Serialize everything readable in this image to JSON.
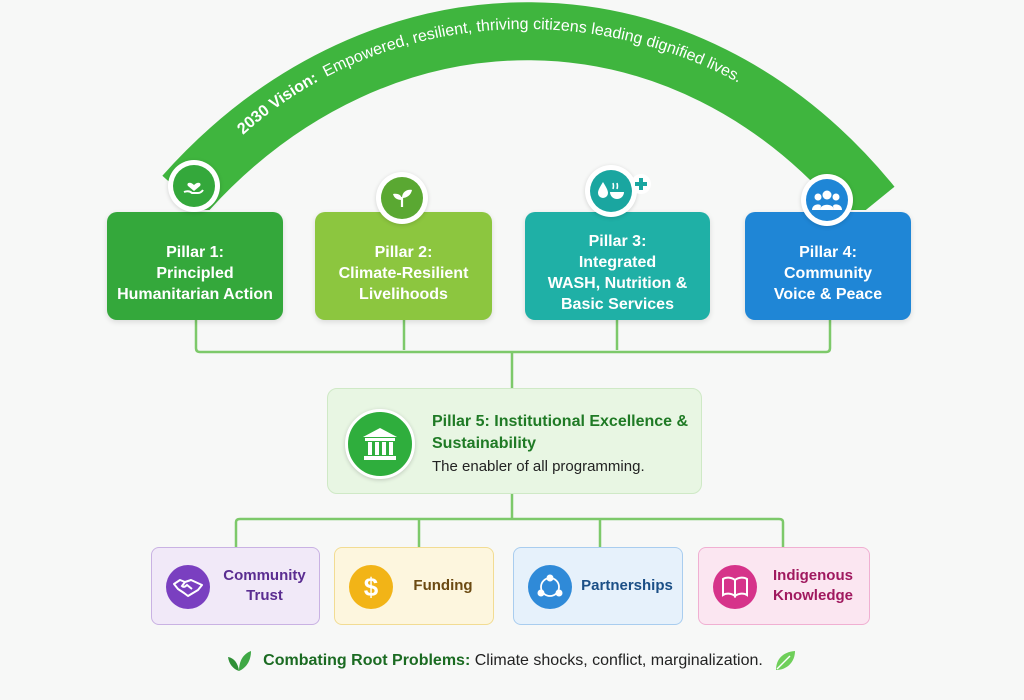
{
  "vision": {
    "label": "2030 Vision:",
    "text": "Empowered, resilient, thriving citizens leading dignified lives."
  },
  "pillars": [
    {
      "title": "Pillar 1:",
      "body": "Principled\nHumanitarian Action",
      "color": "#34a83b",
      "icon": "heart-hand-icon"
    },
    {
      "title": "Pillar 2:",
      "body": "Climate-Resilient\nLivelihoods",
      "color": "#8cc63f",
      "icon": "sprout-icon"
    },
    {
      "title": "Pillar 3:",
      "body": "Integrated\nWASH, Nutrition &\nBasic Services",
      "color": "#1fb0a6",
      "icon": "water-food-health-icon"
    },
    {
      "title": "Pillar 4:",
      "body": "Community\nVoice & Peace",
      "color": "#1f86d6",
      "icon": "people-group-icon"
    }
  ],
  "pillar5": {
    "title": "Pillar 5: Institutional Excellence & Sustainability",
    "subtitle": "The enabler of all programming.",
    "color": "#2fae3d",
    "icon": "institution-icon"
  },
  "enablers": [
    {
      "label": "Community\nTrust",
      "icon": "handshake-icon",
      "bg": "#f1e9f8",
      "border": "#c9b2e3",
      "icon_bg": "#7a3fc0",
      "text_color": "#5a2d91"
    },
    {
      "label": "Funding",
      "icon": "dollar-icon",
      "bg": "#fdf6de",
      "border": "#f2dc93",
      "icon_bg": "#f2b417",
      "text_color": "#6b4a12"
    },
    {
      "label": "Partnerships",
      "icon": "network-icon",
      "bg": "#e6f1fb",
      "border": "#a9cdef",
      "icon_bg": "#2f8ad8",
      "text_color": "#1b4f86"
    },
    {
      "label": "Indigenous\nKnowledge",
      "icon": "book-icon",
      "bg": "#fbe6f1",
      "border": "#f0b0d2",
      "icon_bg": "#d6338a",
      "text_color": "#a0195f"
    }
  ],
  "footer": {
    "label": "Combating Root Problems:",
    "text": "Climate shocks, conflict, marginalization."
  },
  "colors": {
    "arc": "#3fb53e",
    "connector": "#7dc96a"
  }
}
